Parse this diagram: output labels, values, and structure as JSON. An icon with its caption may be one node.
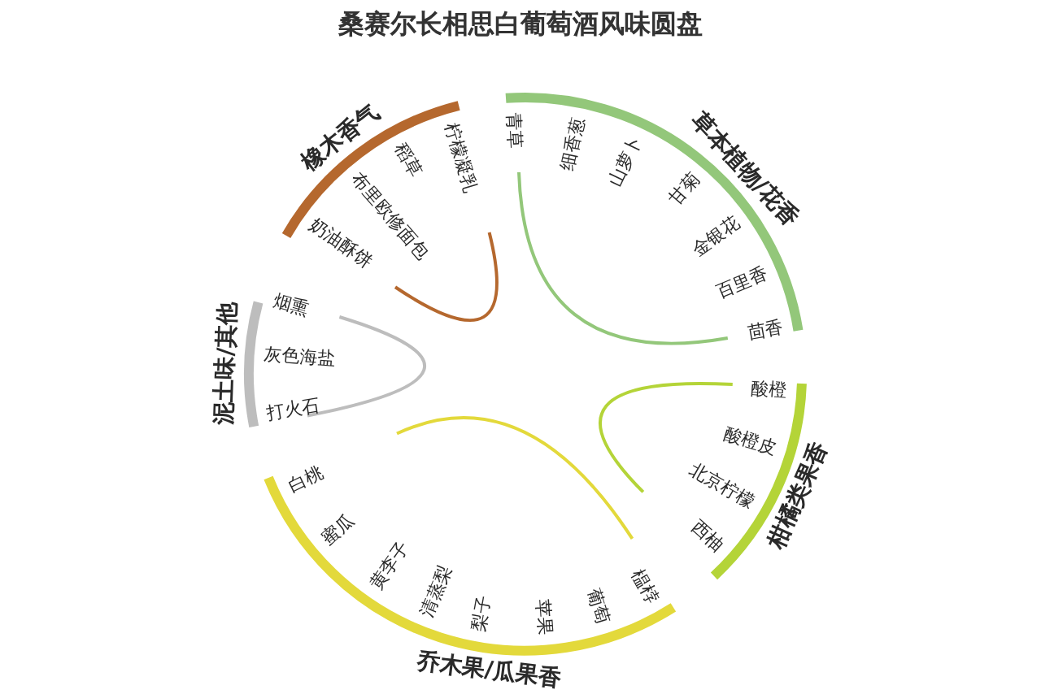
{
  "diagram": {
    "title": "桑赛尔长相思白葡萄酒风味圆盘",
    "nodes": [
      {
        "text": [
          "橡木香气",
          "柠檬凝乳",
          "稻草",
          "布里欧修面包",
          "奶油酥饼"
        ]
      },
      {
        "text": [
          "草本植物/花香",
          "青草",
          "细香葱",
          "山萝卜",
          "甘菊",
          "金银花",
          "百里香",
          "茴香"
        ]
      },
      {
        "text": [
          "泥土味/其他",
          "烟熏",
          "灰色海盐",
          "打火石"
        ]
      },
      {
        "text": [
          "柑橘类果香",
          "酸橙",
          "酸橙皮",
          "北京柠檬",
          "西柚"
        ]
      },
      {
        "text": [
          "乔木果/瓜果香",
          "白桃",
          "蜜瓜",
          "黄李子",
          "清蒸梨",
          "梨子",
          "苹果",
          "葡萄",
          "榅桲"
        ]
      }
    ]
  }
}
